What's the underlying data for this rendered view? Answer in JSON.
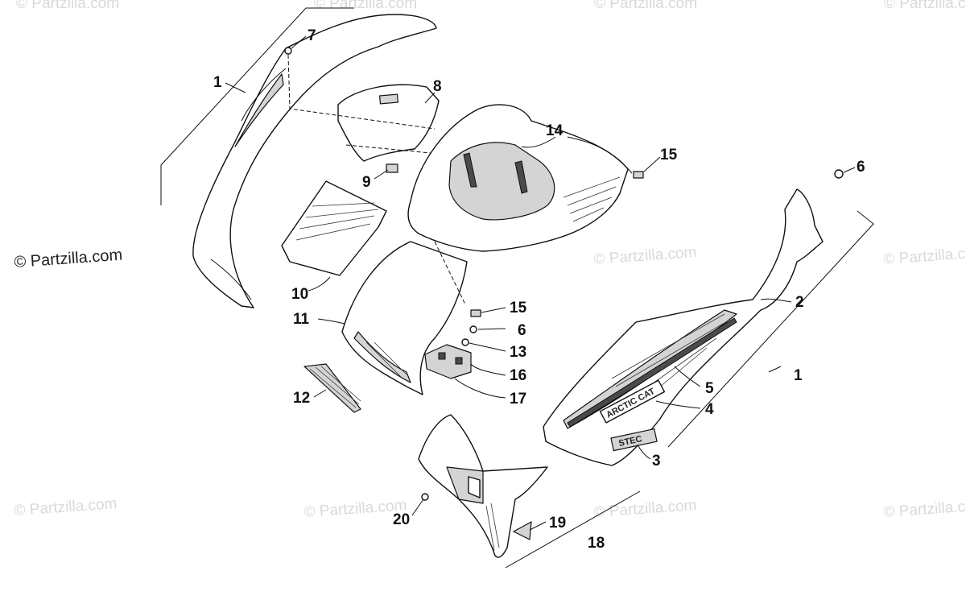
{
  "watermarks": {
    "main": "© Partzilla.com",
    "faint": "© Partzilla.com"
  },
  "decals": {
    "brand": "ARCTIC CAT",
    "model": "STEC"
  },
  "callouts": [
    {
      "id": "c1a",
      "label": "1"
    },
    {
      "id": "c7",
      "label": "7"
    },
    {
      "id": "c8",
      "label": "8"
    },
    {
      "id": "c14",
      "label": "14"
    },
    {
      "id": "c15a",
      "label": "15"
    },
    {
      "id": "c6a",
      "label": "6"
    },
    {
      "id": "c9",
      "label": "9"
    },
    {
      "id": "c10",
      "label": "10"
    },
    {
      "id": "c2",
      "label": "2"
    },
    {
      "id": "c11",
      "label": "11"
    },
    {
      "id": "c15b",
      "label": "15"
    },
    {
      "id": "c6b",
      "label": "6"
    },
    {
      "id": "c13",
      "label": "13"
    },
    {
      "id": "c16",
      "label": "16"
    },
    {
      "id": "c1b",
      "label": "1"
    },
    {
      "id": "c5",
      "label": "5"
    },
    {
      "id": "c12",
      "label": "12"
    },
    {
      "id": "c17",
      "label": "17"
    },
    {
      "id": "c4",
      "label": "4"
    },
    {
      "id": "c3",
      "label": "3"
    },
    {
      "id": "c20",
      "label": "20"
    },
    {
      "id": "c19",
      "label": "19"
    },
    {
      "id": "c18",
      "label": "18"
    }
  ]
}
